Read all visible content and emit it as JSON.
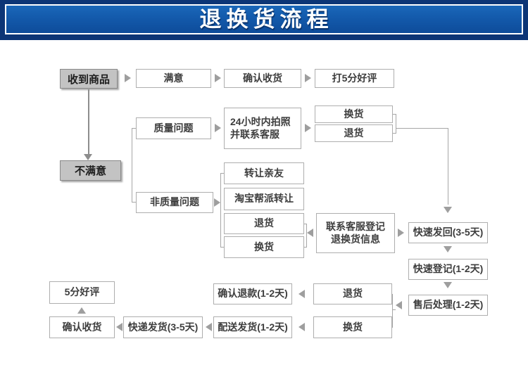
{
  "banner": {
    "title": "退换货流程",
    "bg_color": "#1257a8",
    "frame_color": "#0c3576",
    "text_color": "#ffffff"
  },
  "colors": {
    "box_border": "#aeaeae",
    "box_text": "#3d3d3d",
    "gray_node_fill": "#c3c3c3",
    "connector": "#9e9e9e"
  },
  "nodes": {
    "received": "收到商品",
    "satisfied": "满意",
    "confirm_receipt_top": "确认收货",
    "rate_5_stars": "打5分好评",
    "quality_issue": "质量问题",
    "photo_line1": "24小时内拍照",
    "photo_line2": "并联系客服",
    "exchange_quality": "换货",
    "return_quality": "退货",
    "unsatisfied": "不满意",
    "non_quality_issue": "非质量问题",
    "transfer_friend": "转让亲友",
    "taobao_transfer": "淘宝帮派转让",
    "return_option": "退货",
    "exchange_option": "换货",
    "contact_line1": "联系客服登记",
    "contact_line2": "退换货信息",
    "fast_return": "快速发回(3-5天)",
    "fast_register": "快速登记(1-2天)",
    "after_sales": "售后处理(1-2天)",
    "good_rating": "5分好评",
    "confirm_refund": "确认退款(1-2天)",
    "return_final": "退货",
    "confirm_receipt_bottom": "确认收货",
    "express_dispatch": "快递发货(3-5天)",
    "delivery_dispatch": "配送发货(1-2天)",
    "exchange_final": "换货"
  }
}
